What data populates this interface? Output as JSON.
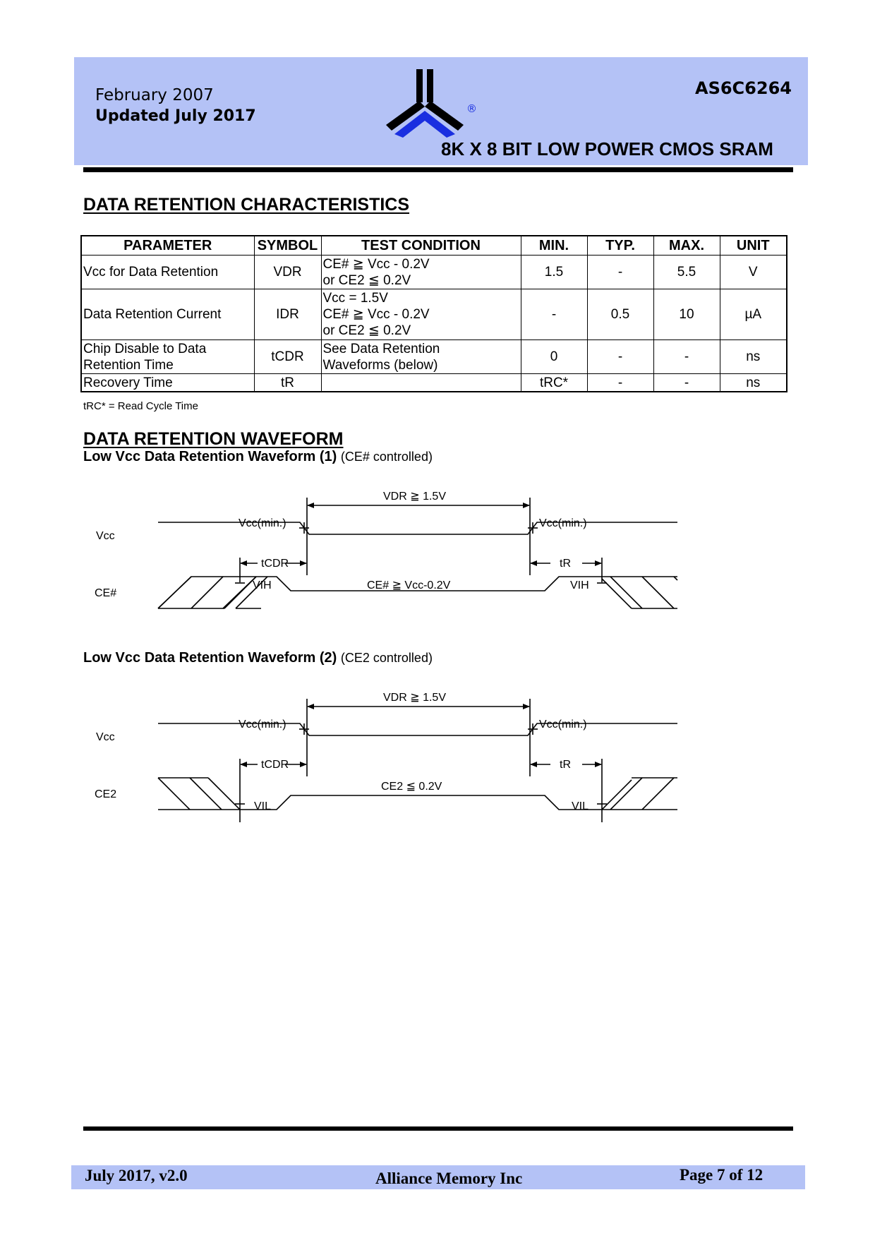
{
  "header": {
    "date": "February 2007",
    "updated": "Updated July 2017",
    "part_number": "AS6C6264",
    "registered_mark": "®",
    "description": "8K X 8 BIT LOW POWER CMOS SRAM",
    "band_color": "#b4c2f6",
    "logo_accent_color": "#1a2fe0"
  },
  "section1": {
    "title": "DATA RETENTION CHARACTERISTICS",
    "table": {
      "headers": [
        "PARAMETER",
        "SYMBOL",
        "TEST CONDITION",
        "MIN.",
        "TYP.",
        "MAX.",
        "UNIT"
      ],
      "rows": [
        {
          "parameter": "Vcc for Data Retention",
          "symbol": "VDR",
          "condition": [
            "CE# ≧ Vcc - 0.2V",
            "or CE2 ≦ 0.2V"
          ],
          "min": "1.5",
          "typ": "-",
          "max": "5.5",
          "unit": "V"
        },
        {
          "parameter": "Data Retention Current",
          "symbol": "IDR",
          "condition": [
            "Vcc = 1.5V",
            "CE# ≧ Vcc - 0.2V",
            "or CE2 ≦ 0.2V"
          ],
          "min": "-",
          "typ": "0.5",
          "max": "10",
          "unit": "µA"
        },
        {
          "parameter": "Chip Disable to Data Retention Time",
          "symbol": "tCDR",
          "condition": [
            "See Data Retention",
            "Waveforms (below)"
          ],
          "min": "0",
          "typ": "-",
          "max": "-",
          "unit": "ns"
        },
        {
          "parameter": "Recovery Time",
          "symbol": "tR",
          "condition": [
            ""
          ],
          "min": "tRC*",
          "typ": "-",
          "max": "-",
          "unit": "ns"
        }
      ]
    },
    "note": "tRC* = Read Cycle Time"
  },
  "section2": {
    "title": "DATA RETENTION WAVEFORM",
    "waveform1": {
      "title": "Low Vcc Data Retention Waveform (1)",
      "title_paren": "(CE# controlled)",
      "vcc_label": "Vcc",
      "signal_label": "CE#",
      "vdr_label": "VDR ≧ 1.5V",
      "vcc_min_left": "Vcc(min.)",
      "vcc_min_right": "Vcc(min.)",
      "tcdr_label": "tCDR",
      "tr_label": "tR",
      "level_left": "VIH",
      "level_right": "VIH",
      "condition_label": "CE# ≧ Vcc-0.2V"
    },
    "waveform2": {
      "title": "Low Vcc Data Retention Waveform (2)",
      "title_paren": "(CE2 controlled)",
      "vcc_label": "Vcc",
      "signal_label": "CE2",
      "vdr_label": "VDR ≧ 1.5V",
      "vcc_min_left": "Vcc(min.)",
      "vcc_min_right": "Vcc(min.)",
      "tcdr_label": "tCDR",
      "tr_label": "tR",
      "level_left": "VIL",
      "level_right": "VIL",
      "condition_label": "CE2 ≦ 0.2V"
    }
  },
  "footer": {
    "left": "July 2017, v2.0",
    "center": "Alliance Memory Inc",
    "right": "Page 7 of 12"
  }
}
